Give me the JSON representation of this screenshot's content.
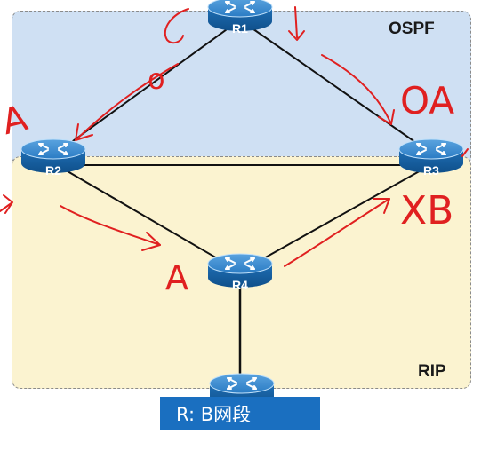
{
  "areas": {
    "ospf": "OSPF",
    "rip": "RIP"
  },
  "routers": {
    "r1": "R1",
    "r2": "R2",
    "r3": "R3",
    "r4": "R4"
  },
  "network_box": "R: B网段",
  "annotations": {
    "a_left": "A",
    "a_middle": "A",
    "oa_right": "OA",
    "xb_right": "XB",
    "o_near_r1": "o"
  },
  "colors": {
    "ospf_area": "#cfe0f3",
    "rip_area": "#fbf3d0",
    "router": "#1f6fb5",
    "annotation": "#e02020",
    "network_box": "#1a6fc0"
  }
}
